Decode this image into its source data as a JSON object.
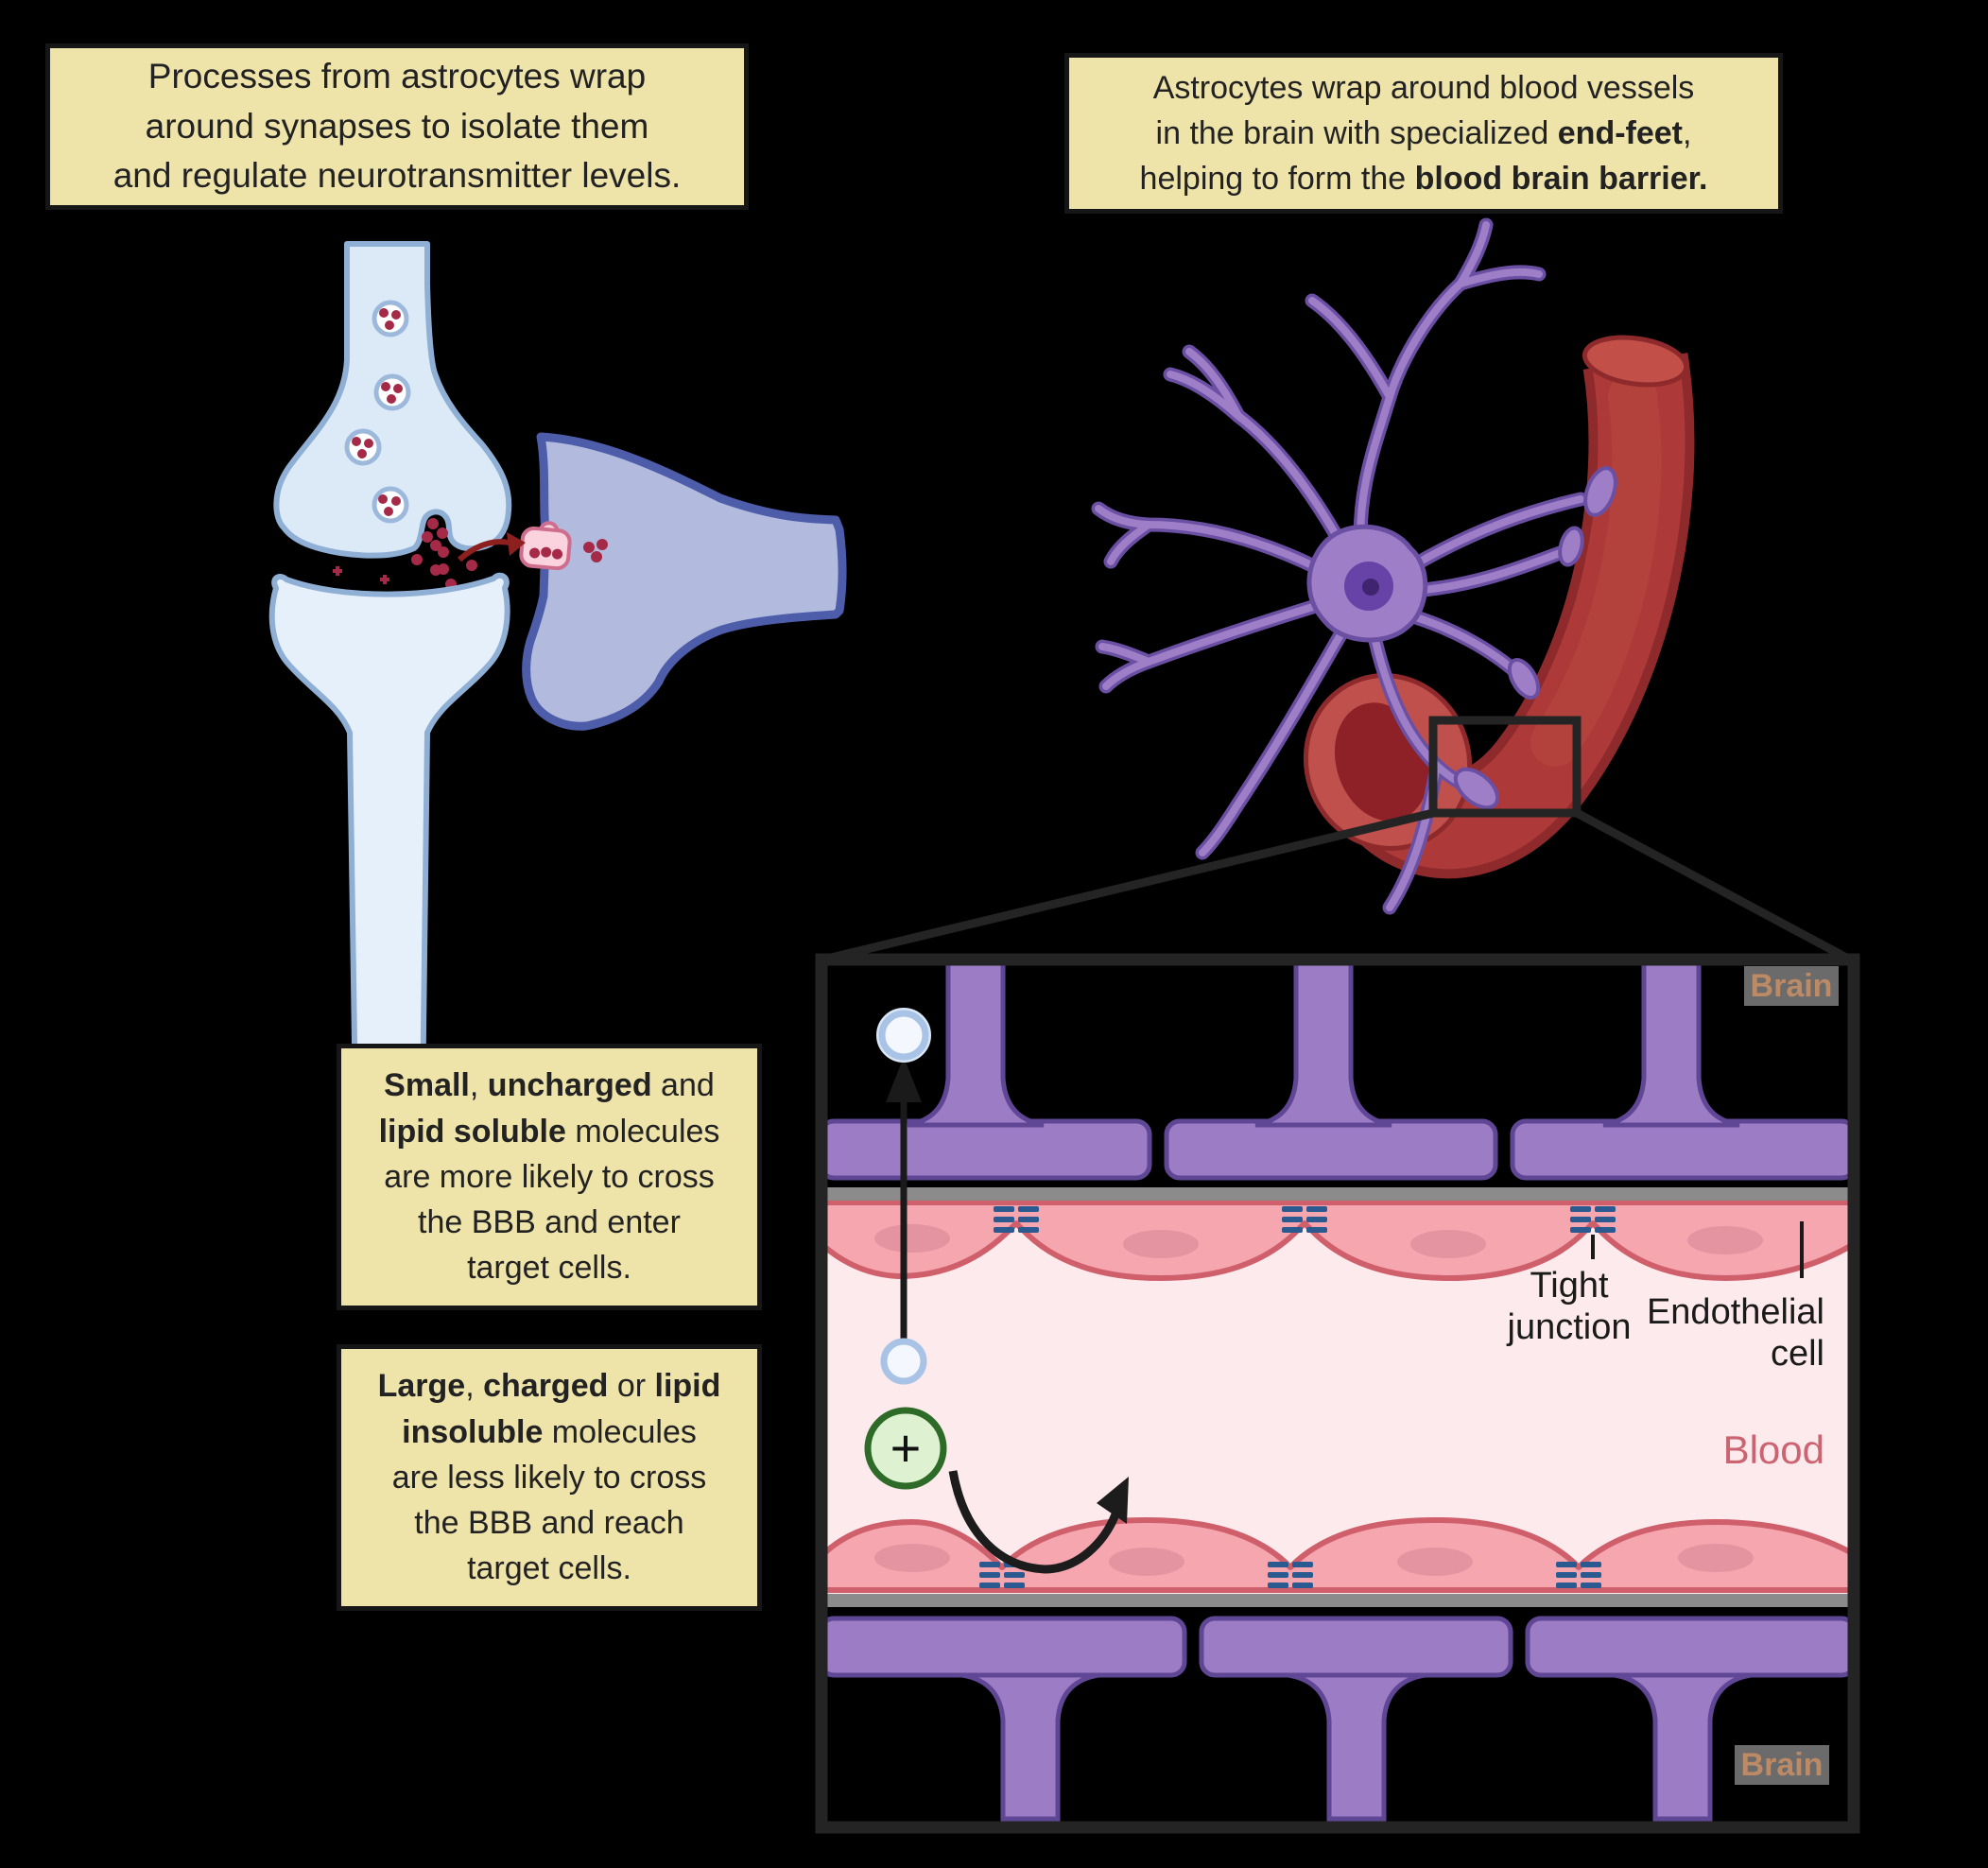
{
  "notes": {
    "synapse_note": "Processes from astrocytes wrap\naround synapses to isolate them\nand regulate neurotransmitter levels.",
    "bbb_note": {
      "segments": [
        {
          "text": "Astrocytes wrap around blood vessels\nin the brain with specialized ",
          "bold": false
        },
        {
          "text": "end-feet",
          "bold": true
        },
        {
          "text": ",\nhelping to form the ",
          "bold": false
        },
        {
          "text": "blood brain barrier.",
          "bold": true
        }
      ]
    },
    "small_note": {
      "segments": [
        {
          "text": "Small",
          "bold": true
        },
        {
          "text": ", ",
          "bold": false
        },
        {
          "text": "uncharged",
          "bold": true
        },
        {
          "text": " and\n",
          "bold": false
        },
        {
          "text": "lipid soluble",
          "bold": true
        },
        {
          "text": " molecules\nare more likely to cross\nthe BBB and enter\ntarget cells.",
          "bold": false
        }
      ]
    },
    "large_note": {
      "segments": [
        {
          "text": "Large",
          "bold": true
        },
        {
          "text": ", ",
          "bold": false
        },
        {
          "text": "charged",
          "bold": true
        },
        {
          "text": " or ",
          "bold": false
        },
        {
          "text": "lipid\ninsoluble",
          "bold": true
        },
        {
          "text": " molecules\nare less likely to cross\nthe BBB and reach\ntarget cells.",
          "bold": false
        }
      ]
    }
  },
  "panel_labels": {
    "brain_top": "Brain",
    "brain_bottom": "Brain",
    "tight_line1": "Tight",
    "tight_line2": "junction",
    "endothelial_line1": "Endothelial",
    "endothelial_line2": "cell",
    "blood": "Blood",
    "charged_molecule_sign": "+"
  },
  "colors": {
    "background": "#000000",
    "note_background": "#eee3a9",
    "note_border": "#161616",
    "astrocyte_purple": "#9d7ec7",
    "astrocyte_outline": "#6a4fa3",
    "endfoot_purple": "#9c7cc4",
    "vessel_red": "#ad3a38",
    "vessel_lumen": "#8e2127",
    "endothelial_pink": "#f5a6af",
    "endothelial_border": "#cf5f6a",
    "blood_lumen": "#fdeaec",
    "tight_junction_blue": "#2a5a8f",
    "neuron_light_blue": "#dce9f7",
    "neuron_outline": "#8fb0d4",
    "astro_process_periwinkle": "#b2bade",
    "astro_process_outline": "#4d5da9",
    "neurotransmitter_red": "#a52a48",
    "transporter_pink": "#fbd3de",
    "charged_molecule_green": "#def2d2",
    "charged_molecule_border": "#2e6b28",
    "brain_label_tan": "#bd8a66",
    "blood_label": "#cb6370"
  }
}
